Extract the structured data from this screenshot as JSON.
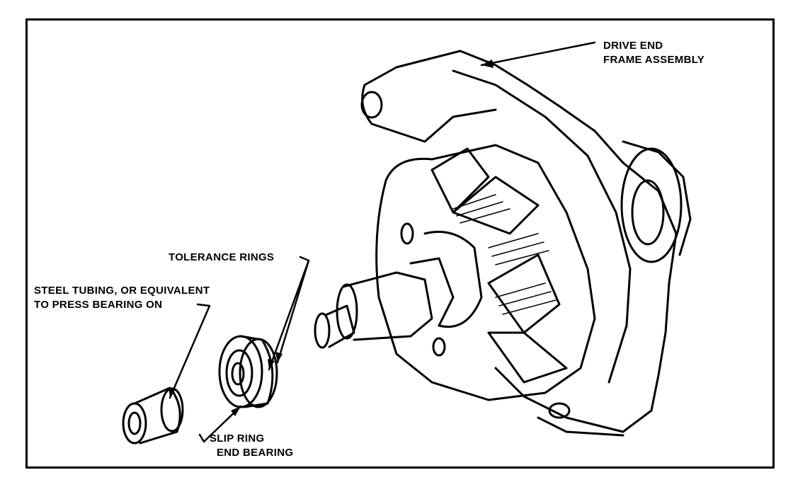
{
  "labels": {
    "drive_end_line1": "DRIVE END",
    "drive_end_line2": "FRAME ASSEMBLY",
    "tolerance_rings": "TOLERANCE RINGS",
    "steel_tubing_line1": "STEEL TUBING, OR EQUIVALENT",
    "steel_tubing_line2": "TO PRESS BEARING ON",
    "slip_ring_line1": "SLIP RING",
    "slip_ring_line2": "END BEARING"
  },
  "colors": {
    "ink": "#000000",
    "paper": "#ffffff"
  }
}
